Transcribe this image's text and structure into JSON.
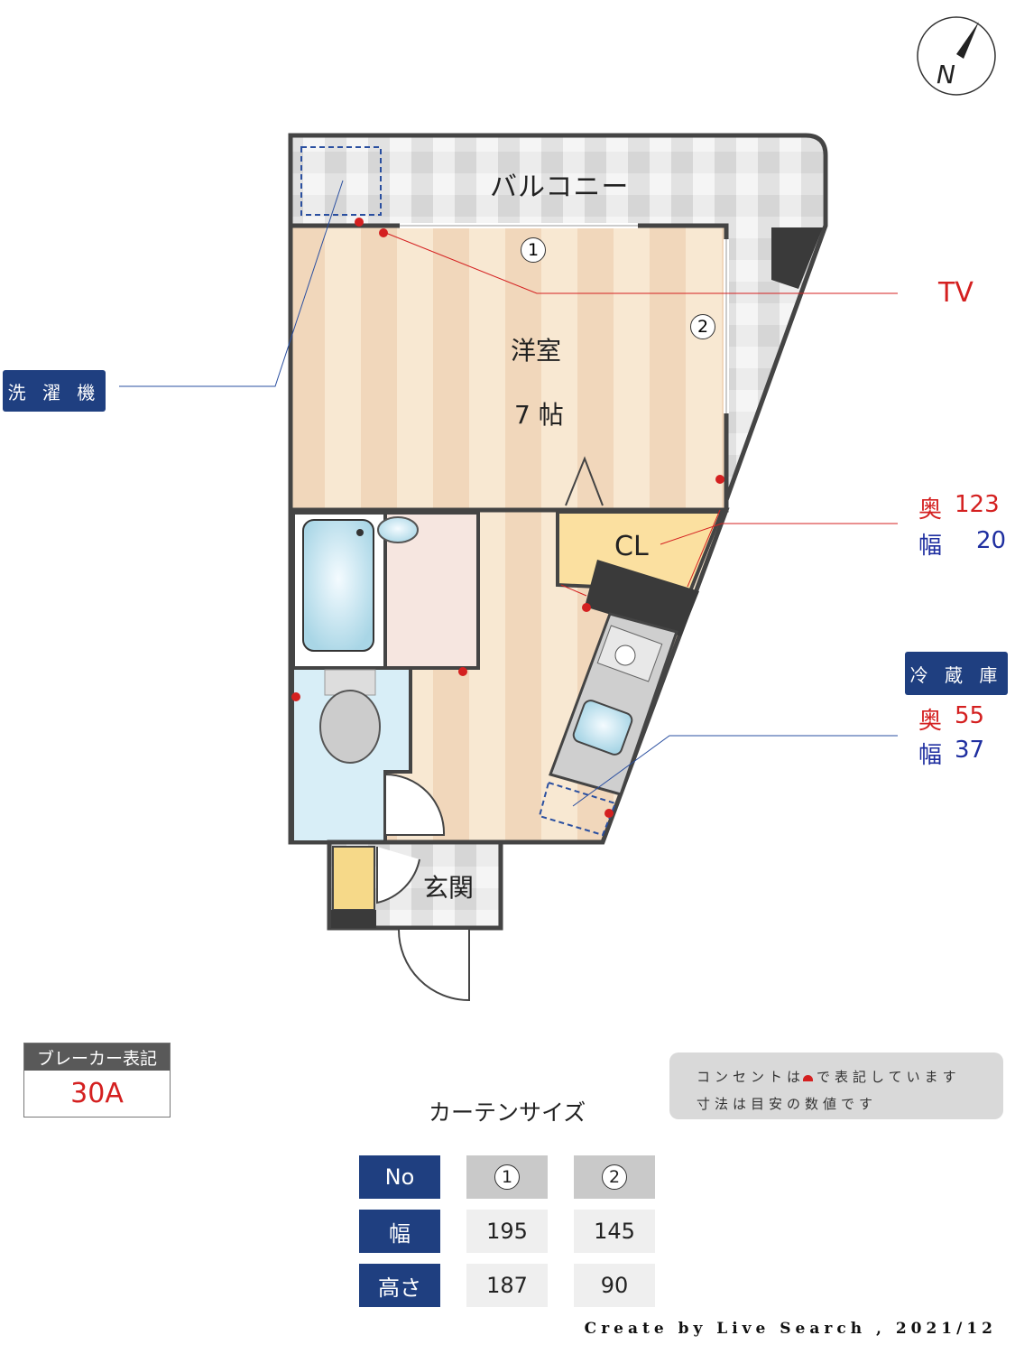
{
  "compass": {
    "label": "N",
    "icon": "north-arrow-icon"
  },
  "rooms": {
    "balcony": "バルコニー",
    "western_room": "洋室",
    "western_room_size": "7 帖",
    "closet": "CL",
    "entrance": "玄関"
  },
  "window_markers": {
    "one": "1",
    "two": "2"
  },
  "callouts": {
    "washing_machine": "洗 濯 機",
    "tv": "TV",
    "closet_depth_label": "奥",
    "closet_depth": "123",
    "closet_width_label": "幅",
    "closet_width": "20",
    "fridge": "冷 蔵 庫",
    "fridge_depth_label": "奥",
    "fridge_depth": "55",
    "fridge_width_label": "幅",
    "fridge_width": "37"
  },
  "breaker": {
    "title": "ブレーカー表記",
    "value": "30A"
  },
  "note": {
    "line1_before": "コンセントは",
    "line1_after": "で表記しています",
    "line2": "寸法は目安の数値です"
  },
  "curtain": {
    "title": "カーテンサイズ",
    "rows": [
      {
        "header": "No",
        "values": [
          "1",
          "2"
        ]
      },
      {
        "header": "幅",
        "values": [
          "195",
          "145"
        ]
      },
      {
        "header": "高さ",
        "values": [
          "187",
          "90"
        ]
      }
    ]
  },
  "footer": "Create by Live Search , 2021/12",
  "colors": {
    "badge": "#1f3f80",
    "outlet": "#d42020",
    "depth": "#d42020",
    "width": "#1f2fa0",
    "wall": "#444444"
  }
}
